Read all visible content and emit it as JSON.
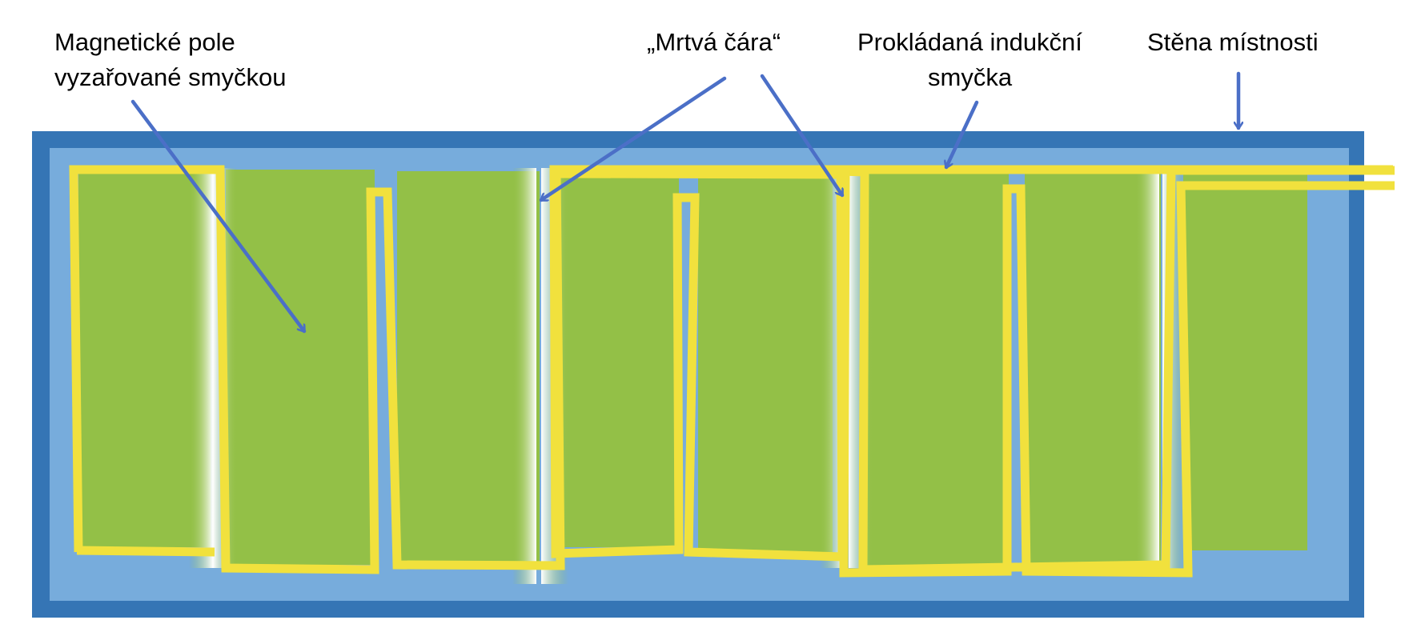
{
  "labels": {
    "magnetic_field_line1": "Magnetické pole",
    "magnetic_field_line2": "vyzařované smyčkou",
    "dead_line": "„Mrtvá čára“",
    "loop_line1": "Prokládaná indukční",
    "loop_line2": "smyčka",
    "wall": "Stěna místnosti"
  },
  "colors": {
    "wall_outer": "#3575b5",
    "wall_inner": "#77acdc",
    "field": "#93c047",
    "loop_wire": "#f1e13d",
    "arrow": "#4b6fc7",
    "dead_line_glow": "#ffffff"
  }
}
